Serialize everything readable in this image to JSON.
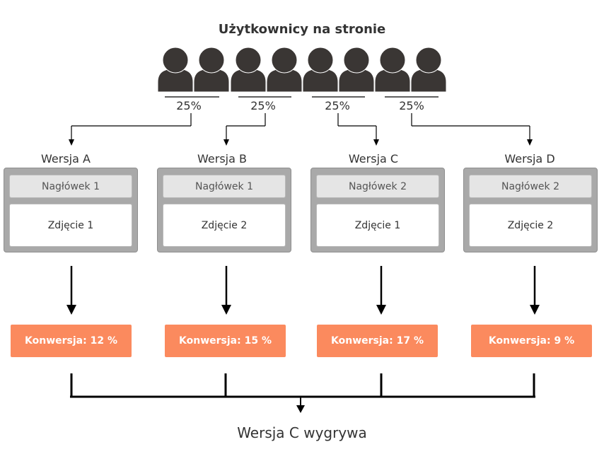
{
  "title": "Użytkownicy na stronie",
  "splits": [
    "25%",
    "25%",
    "25%",
    "25%"
  ],
  "variants": [
    {
      "label": "Wersja A",
      "header": "Nagłówek 1",
      "photo": "Zdjęcie 1",
      "conversion": "Konwersja: 12 %"
    },
    {
      "label": "Wersja B",
      "header": "Nagłówek 1",
      "photo": "Zdjęcie 2",
      "conversion": "Konwersja: 15 %"
    },
    {
      "label": "Wersja C",
      "header": "Nagłówek 2",
      "photo": "Zdjęcie 1",
      "conversion": "Konwersja: 17 %"
    },
    {
      "label": "Wersja D",
      "header": "Nagłówek 2",
      "photo": "Zdjęcie 2",
      "conversion": "Konwersja: 9 %"
    }
  ],
  "result": "Wersja C wygrywa",
  "colors": {
    "people": "#3a3634",
    "conversion_box": "#fb8a5e",
    "card_frame": "#a9a9a9"
  },
  "icons": [
    "user-icon"
  ]
}
